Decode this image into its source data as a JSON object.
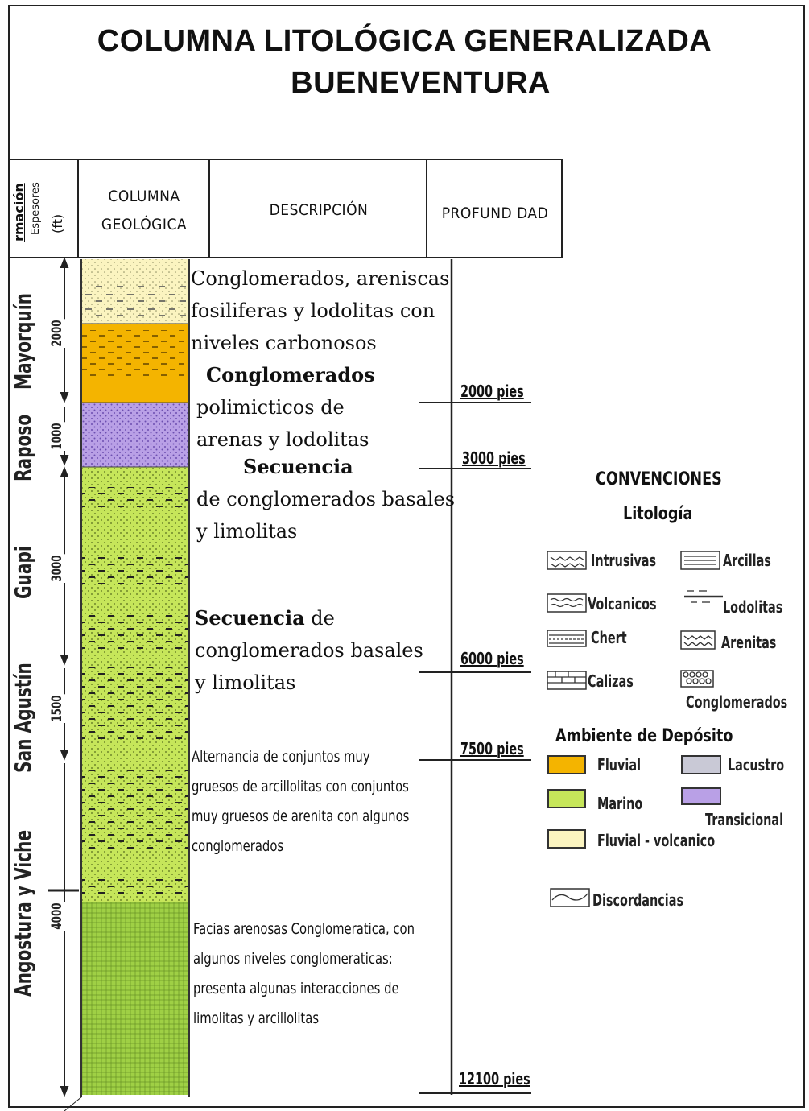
{
  "title": {
    "line1": "COLUMNA LITOLÓGICA  GENERALIZADA",
    "line2": "BUENEVENTURA"
  },
  "header": {
    "formacion": "rmación",
    "espesores": "Espesores",
    "ft": "(ft)",
    "columna": "COLUMNA",
    "geologica": "GEOLÓGICA",
    "descripcion": "DESCRIPCIÓN",
    "profundidad": "PROFUND DAD"
  },
  "formations": [
    {
      "name": "Mayorquín",
      "thickness": "2000"
    },
    {
      "name": "Raposo",
      "thickness": "1000"
    },
    {
      "name": "Guapi",
      "thickness": "3000"
    },
    {
      "name": "San Agustín",
      "thickness": "1500"
    },
    {
      "name": "Angostura y Viche",
      "thickness": "4000"
    }
  ],
  "descriptions": {
    "d1": [
      "Conglomerados, areniscas",
      "fosiliferas y lodolitas con",
      "niveles carbonosos"
    ],
    "d2_bold": "Conglomerados",
    "d2": [
      "polimicticos de",
      "arenas y lodolitas"
    ],
    "d3_bold": "Secuencia",
    "d3": [
      "de conglomerados basales",
      "y limolitas"
    ],
    "d4_bold": "Secuencia",
    "d4_rest": " de",
    "d4": [
      "conglomerados basales",
      "y limolitas"
    ],
    "d5": [
      "Alternancia de conjuntos muy",
      "gruesos de arcillolitas con conjuntos",
      "muy gruesos de arenita con algunos",
      "conglomerados"
    ],
    "d6": [
      "Facias arenosas Conglomeratica, con",
      "algunos niveles conglomeraticas:",
      "presenta algunas interacciones de",
      "limolitas y arcillolitas"
    ]
  },
  "depths": [
    "2000 pies",
    "3000 pies",
    "6000 pies",
    "7500 pies",
    "12100 pies"
  ],
  "legend": {
    "title": "CONVENCIONES",
    "litologia_title": "Litología",
    "litologia": [
      "Intrusivas",
      "Arcillas",
      "Volcanicos",
      "Lodolitas",
      "Chert",
      "Arenitas",
      "Calizas",
      "Conglomerados"
    ],
    "ambiente_title": "Ambiente de Depósito",
    "ambiente": [
      {
        "label": "Fluvial",
        "color": "#f4b400"
      },
      {
        "label": "Lacustro",
        "color": "#c9c9d6"
      },
      {
        "label": "Marino",
        "color": "#c6e65a"
      },
      {
        "label": "Transicional",
        "color": "#b9a0e6"
      },
      {
        "label": "Fluvial - volcanico",
        "color": "#fbf4c0"
      }
    ],
    "discordancias": "Discordancias"
  },
  "colors": {
    "fluvial_volcanico": "#fbf4c0",
    "fluvial": "#f4b400",
    "transicional": "#b9a0e6",
    "marino": "#c6e65a",
    "marino_dark": "#9fd045"
  }
}
